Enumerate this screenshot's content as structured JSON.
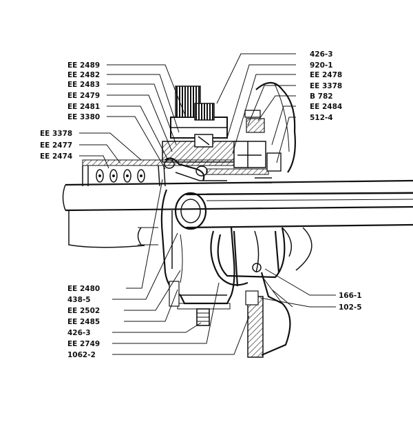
{
  "labels_left_top": [
    "EE 2489",
    "EE 2482",
    "EE 2483",
    "EE 2479",
    "EE 2481",
    "EE 3380"
  ],
  "labels_left_mid": [
    "EE 3378",
    "EE 2477",
    "EE 2474"
  ],
  "labels_right_top": [
    "426-3",
    "920-1",
    "EE 2478",
    "EE 3378",
    "B 782",
    "EE 2484",
    "512-4"
  ],
  "labels_left_bottom": [
    "EE 2480",
    "438-5",
    "EE 2502",
    "EE 2485",
    "426-3",
    "EE 2749",
    "1062-2"
  ],
  "labels_right_bottom": [
    "166-1",
    "102-5"
  ]
}
